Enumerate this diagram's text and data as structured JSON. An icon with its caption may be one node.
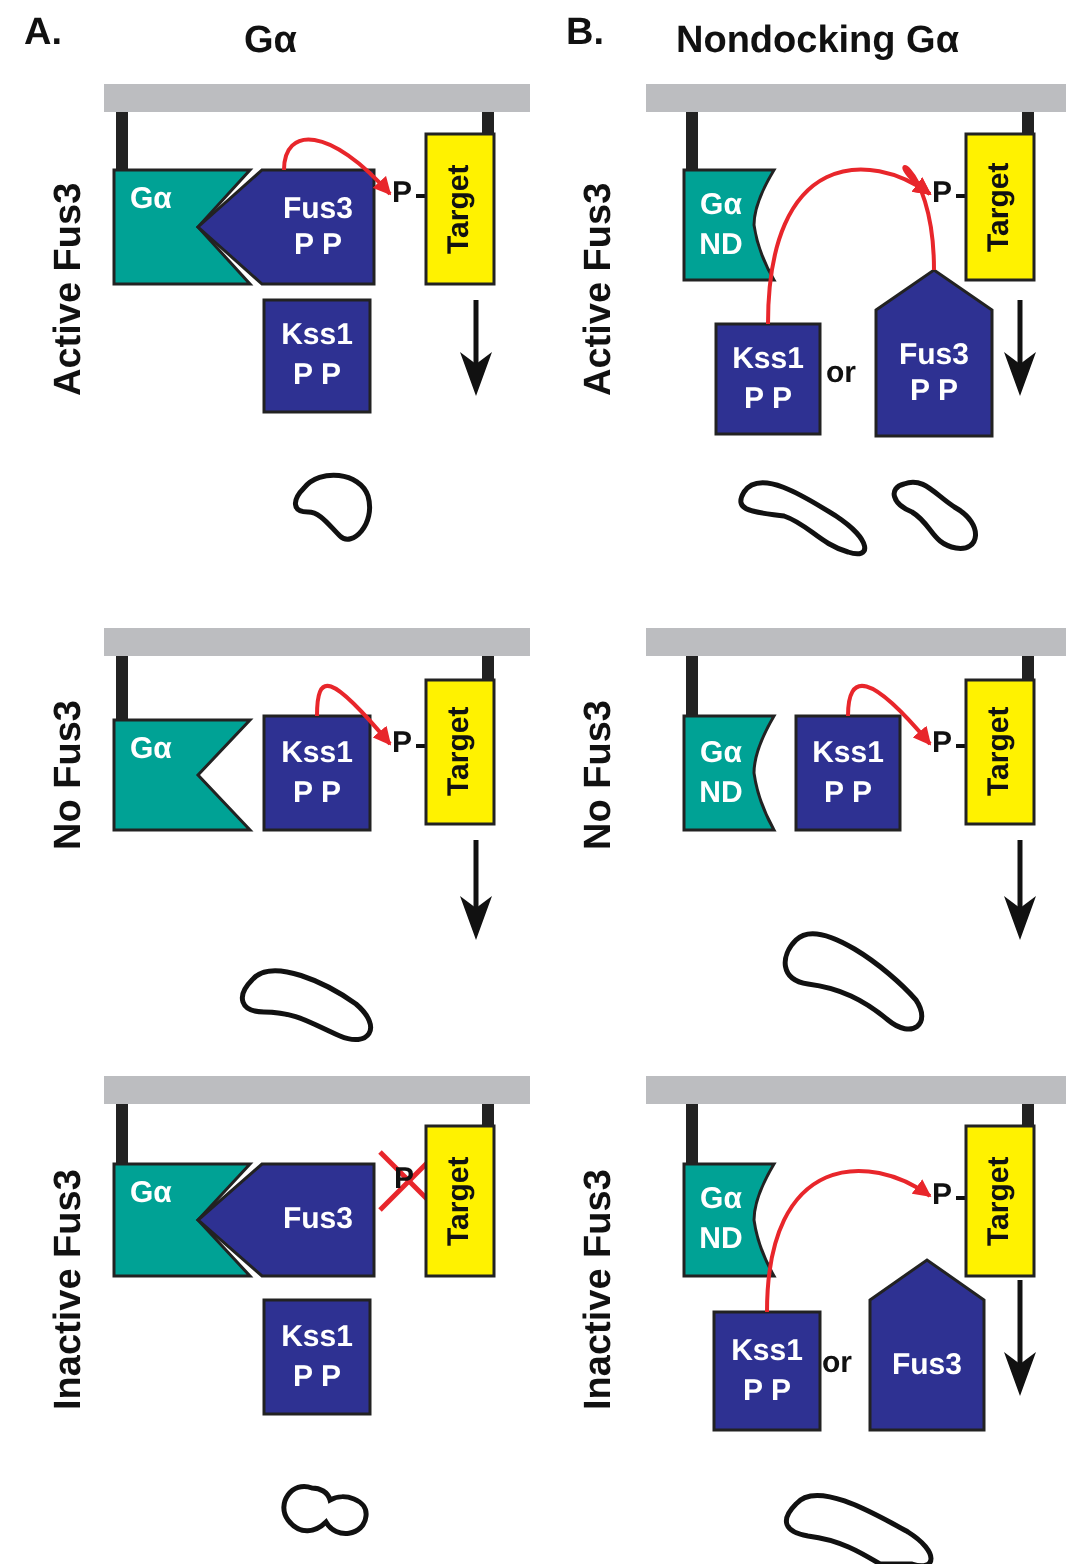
{
  "diagram": {
    "nodes": [
      {
        "text": [
          "Gα"
        ]
      },
      {
        "text": [
          "Fus3",
          "P P"
        ]
      },
      {
        "text": [
          "P"
        ]
      },
      {
        "text": [
          "Target"
        ]
      },
      {
        "text": [
          "Kss1",
          "P P"
        ]
      },
      {
        "text": [
          "Gα",
          "ND"
        ]
      },
      {
        "text": [
          "P"
        ]
      },
      {
        "text": [
          "Target"
        ]
      },
      {
        "text": [
          "Kss1",
          "P P"
        ]
      },
      {
        "text": [
          "Fus3",
          "P P"
        ]
      },
      {
        "text": [
          "Gα"
        ]
      },
      {
        "text": [
          "Kss1",
          "P P"
        ]
      },
      {
        "text": [
          "P"
        ]
      },
      {
        "text": [
          "Target"
        ]
      },
      {
        "text": [
          "Gα",
          "ND"
        ]
      },
      {
        "text": [
          "Kss1",
          "P P"
        ]
      },
      {
        "text": [
          "P"
        ]
      },
      {
        "text": [
          "Target"
        ]
      },
      {
        "text": [
          "Gα"
        ]
      },
      {
        "text": [
          "Fus3"
        ]
      },
      {
        "text": [
          "Target"
        ]
      },
      {
        "text": [
          "Kss1",
          "P P"
        ]
      },
      {
        "text": [
          "Gα",
          "ND"
        ]
      },
      {
        "text": [
          "P"
        ]
      },
      {
        "text": [
          "Target"
        ]
      },
      {
        "text": [
          "Kss1",
          "P P"
        ]
      },
      {
        "text": [
          "Fus3"
        ]
      }
    ],
    "edges": [
      {
        "from": 1,
        "to": 2,
        "arrow": "to"
      },
      {
        "from": 8,
        "to": 6,
        "arrow": "to"
      },
      {
        "from": 9,
        "to": 6,
        "arrow": "to"
      },
      {
        "from": 11,
        "to": 12,
        "arrow": "to"
      },
      {
        "from": 15,
        "to": 16,
        "arrow": "to"
      },
      {
        "from": 25,
        "to": 23,
        "arrow": "to"
      }
    ],
    "labels": [
      "A.",
      "Gα",
      "B.",
      "Nondocking Gα",
      "Active Fus3",
      "Active Fus3",
      "or",
      "No Fus3",
      "No Fus3",
      "Inactive Fus3",
      "P",
      "Inactive Fus3",
      "or"
    ]
  }
}
